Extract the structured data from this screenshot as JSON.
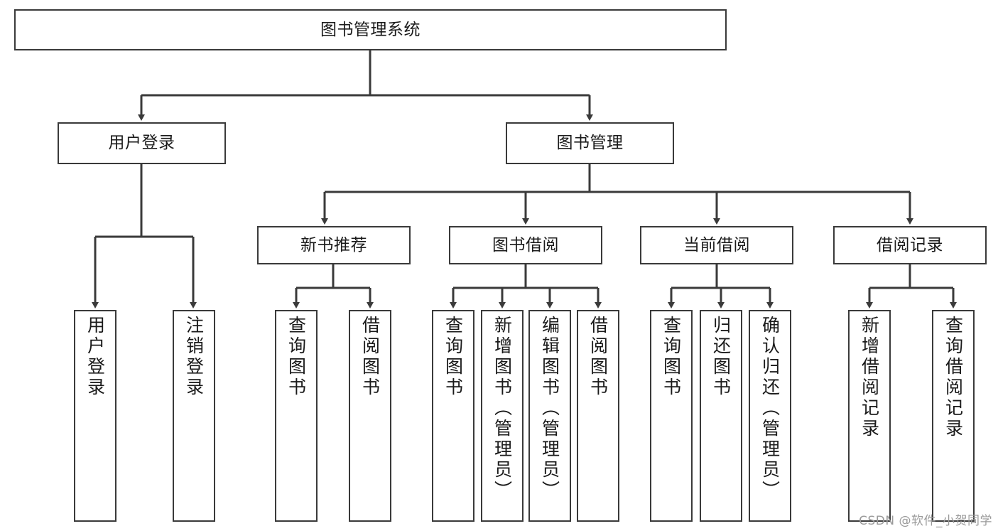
{
  "diagram": {
    "title": "图书管理系统",
    "type": "hierarchy-tree",
    "background_color": "#ffffff",
    "box_border_color": "#3a3a3a",
    "text_color": "#1a1a1a",
    "levels": 4
  },
  "root": {
    "label": "图书管理系统"
  },
  "level1": [
    {
      "label": "用户登录"
    },
    {
      "label": "图书管理"
    }
  ],
  "level2": [
    {
      "label": "新书推荐"
    },
    {
      "label": "图书借阅"
    },
    {
      "label": "当前借阅"
    },
    {
      "label": "借阅记录"
    }
  ],
  "leaves": {
    "user_login": [
      {
        "label": "用户登录"
      },
      {
        "label": "注销登录"
      }
    ],
    "new_book_recommend": [
      {
        "label": "查询图书"
      },
      {
        "label": "借阅图书"
      }
    ],
    "book_borrow": [
      {
        "label": "查询图书"
      },
      {
        "label": "新增图书（管理员）"
      },
      {
        "label": "编辑图书（管理员）"
      },
      {
        "label": "借阅图书"
      }
    ],
    "current_borrow": [
      {
        "label": "查询图书"
      },
      {
        "label": "归还图书"
      },
      {
        "label": "确认归还（管理员）"
      }
    ],
    "borrow_records": [
      {
        "label": "新增借阅记录"
      },
      {
        "label": "查询借阅记录"
      }
    ]
  },
  "watermark": {
    "text": "CSDN @软件_小贺同学",
    "color": "#9a9a9a"
  }
}
